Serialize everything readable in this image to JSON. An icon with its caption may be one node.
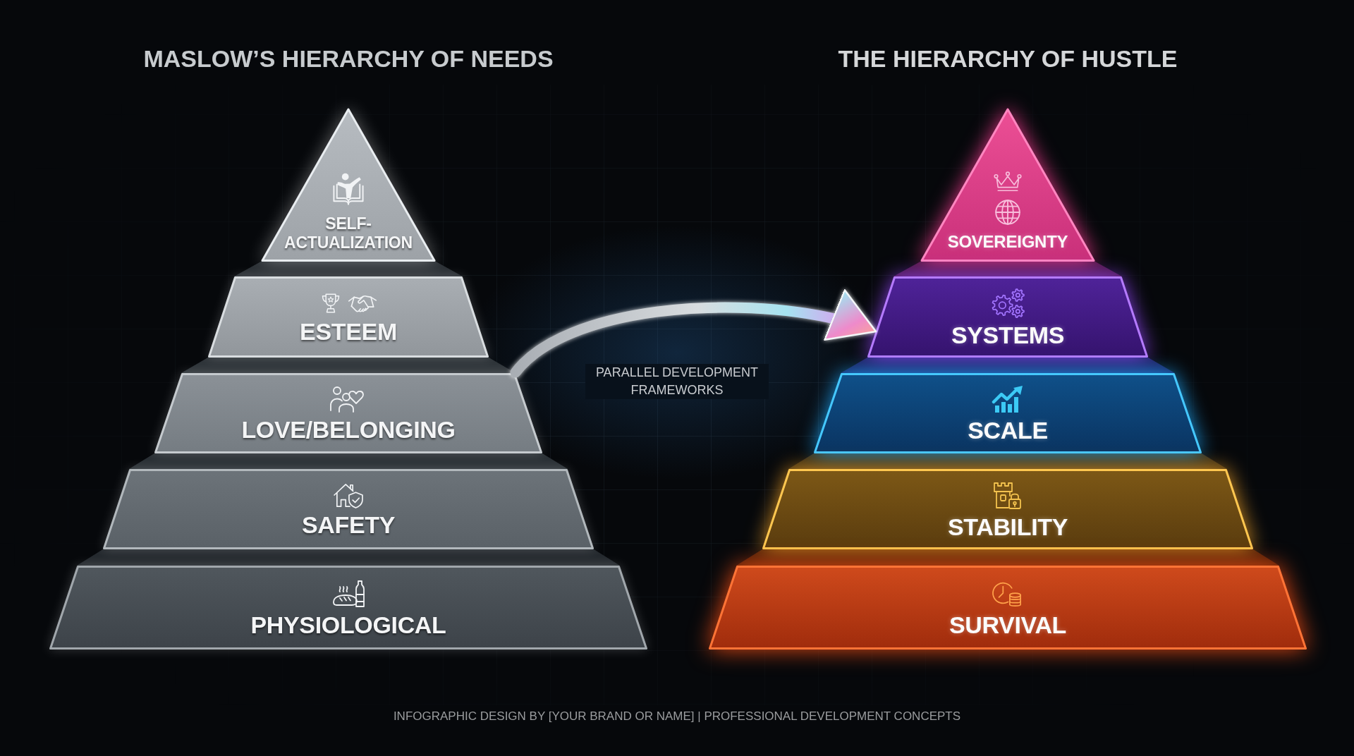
{
  "diagram": {
    "caption": "INFOGRAPHIC DESIGN BY [YOUR BRAND OR NAME] | PROFESSIONAL DEVELOPMENT CONCEPTS",
    "nodes": [
      {
        "text": [
          "MASLOW’S HIERARCHY OF NEEDS"
        ]
      },
      {
        "text": [
          "SELF-ACTUALIZATION"
        ],
        "in": 0
      },
      {
        "text": [
          "ESTEEM"
        ],
        "in": 0
      },
      {
        "text": [
          "LOVE/BELONGING"
        ],
        "in": 0
      },
      {
        "text": [
          "SAFETY"
        ],
        "in": 0
      },
      {
        "text": [
          "PHYSIOLOGICAL"
        ],
        "in": 0
      },
      {
        "text": [
          "THE HIERARCHY OF HUSTLE"
        ]
      },
      {
        "text": [
          "SOVEREIGNTY"
        ],
        "in": 6
      },
      {
        "text": [
          "SYSTEMS"
        ],
        "in": 6
      },
      {
        "text": [
          "SCALE"
        ],
        "in": 6
      },
      {
        "text": [
          "STABILITY"
        ],
        "in": 6
      },
      {
        "text": [
          "SURVIVAL"
        ],
        "in": 6
      }
    ],
    "edges": [
      {
        "from": 0,
        "to": 6,
        "arrow": "to",
        "label": "PARALLEL DEVELOPMENT FRAMEWORKS"
      }
    ]
  }
}
